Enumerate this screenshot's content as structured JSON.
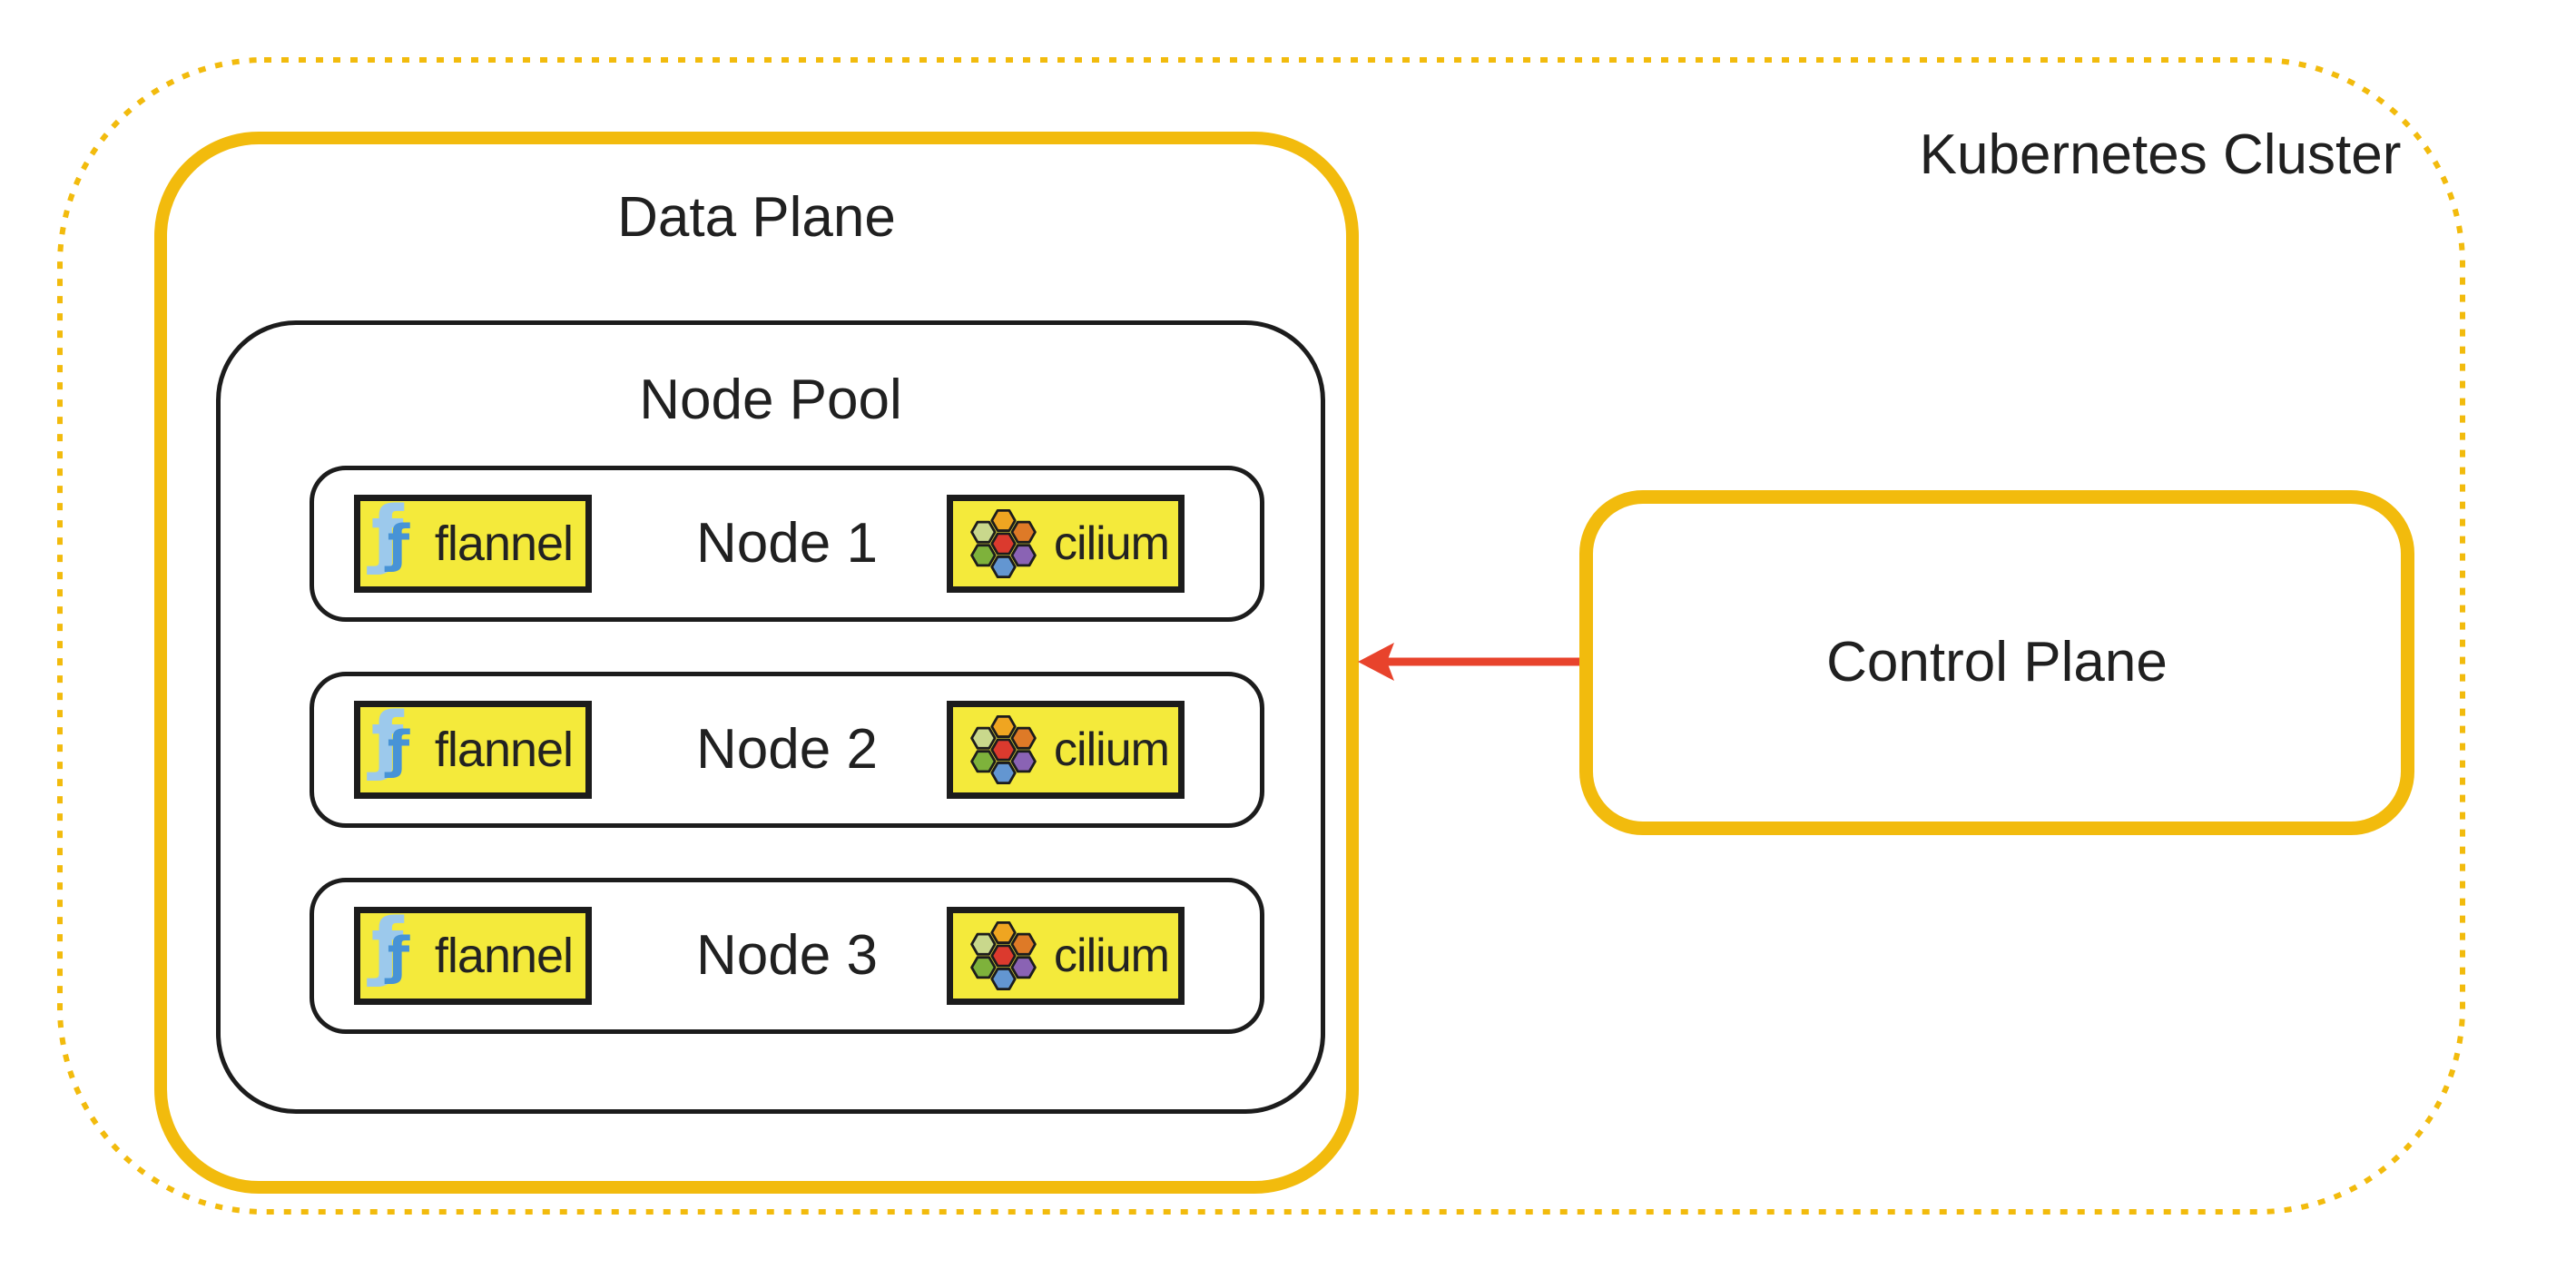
{
  "colors": {
    "border_yellow": "#F2BB0D",
    "logo_yellow": "#F4EA3B",
    "line_black": "#1C1C1C",
    "text": "#202020",
    "arrow_red": "#E8432C",
    "flannel_light": "#9CC9EC",
    "flannel_blue": "#4793D6",
    "bg": "#FFFFFF"
  },
  "cluster": {
    "label": "Kubernetes Cluster"
  },
  "data_plane": {
    "label": "Data Plane"
  },
  "node_pool": {
    "label": "Node Pool",
    "nodes": [
      {
        "label": "Node 1"
      },
      {
        "label": "Node 2"
      },
      {
        "label": "Node 3"
      }
    ]
  },
  "control_plane": {
    "label": "Control Plane"
  },
  "arrow": {
    "from": "Control Plane",
    "to": "Data Plane",
    "direction": "left"
  },
  "logos": {
    "flannel": {
      "text": "flannel",
      "glyph": "ƒ"
    },
    "cilium": {
      "text": "cilium",
      "hex": {
        "top": "#EFA521",
        "upper_left": "#C9D88C",
        "upper_right": "#DE7A27",
        "center": "#DB3A2E",
        "lower_left": "#7EB23B",
        "bottom": "#6396D1",
        "lower_right": "#8A63B4"
      }
    }
  }
}
